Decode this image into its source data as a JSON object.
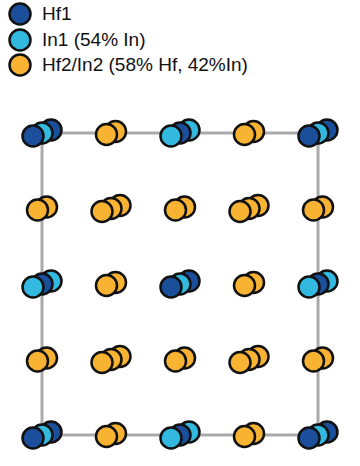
{
  "diagram": {
    "legend": [
      {
        "text": "Hf1",
        "color": "#1b4f9c"
      },
      {
        "text": "In1 (54% In)",
        "color": "#33b8e0"
      },
      {
        "text": "Hf2/In2 (58% Hf, 42%In)",
        "color": "#f8b332"
      }
    ]
  }
}
